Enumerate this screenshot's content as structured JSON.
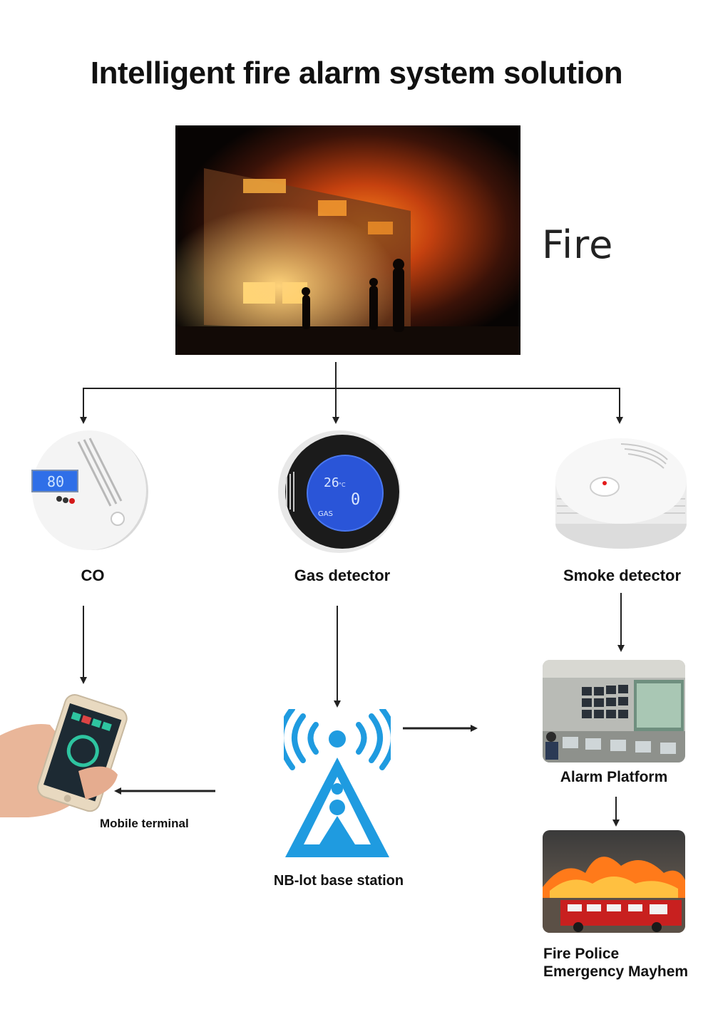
{
  "title": "Intelligent fire alarm system solution",
  "fire_label": "Fire",
  "devices": {
    "co": {
      "label": "CO",
      "display": "80"
    },
    "gas": {
      "label": "Gas detector",
      "temp": "26",
      "temp_unit": "°C",
      "reading": "0",
      "screen_label": "GAS"
    },
    "smoke": {
      "label": "Smoke detector"
    }
  },
  "mobile": {
    "label": "Mobile terminal"
  },
  "base_station": {
    "label": "NB-lot base station"
  },
  "alarm_platform": {
    "label": "Alarm Platform"
  },
  "fire_police": {
    "label_line1": "Fire Police",
    "label_line2": "Emergency Mayhem"
  },
  "colors": {
    "station_blue": "#1f9be0",
    "lcd_blue": "#2a55d8",
    "arrow": "#222222"
  }
}
